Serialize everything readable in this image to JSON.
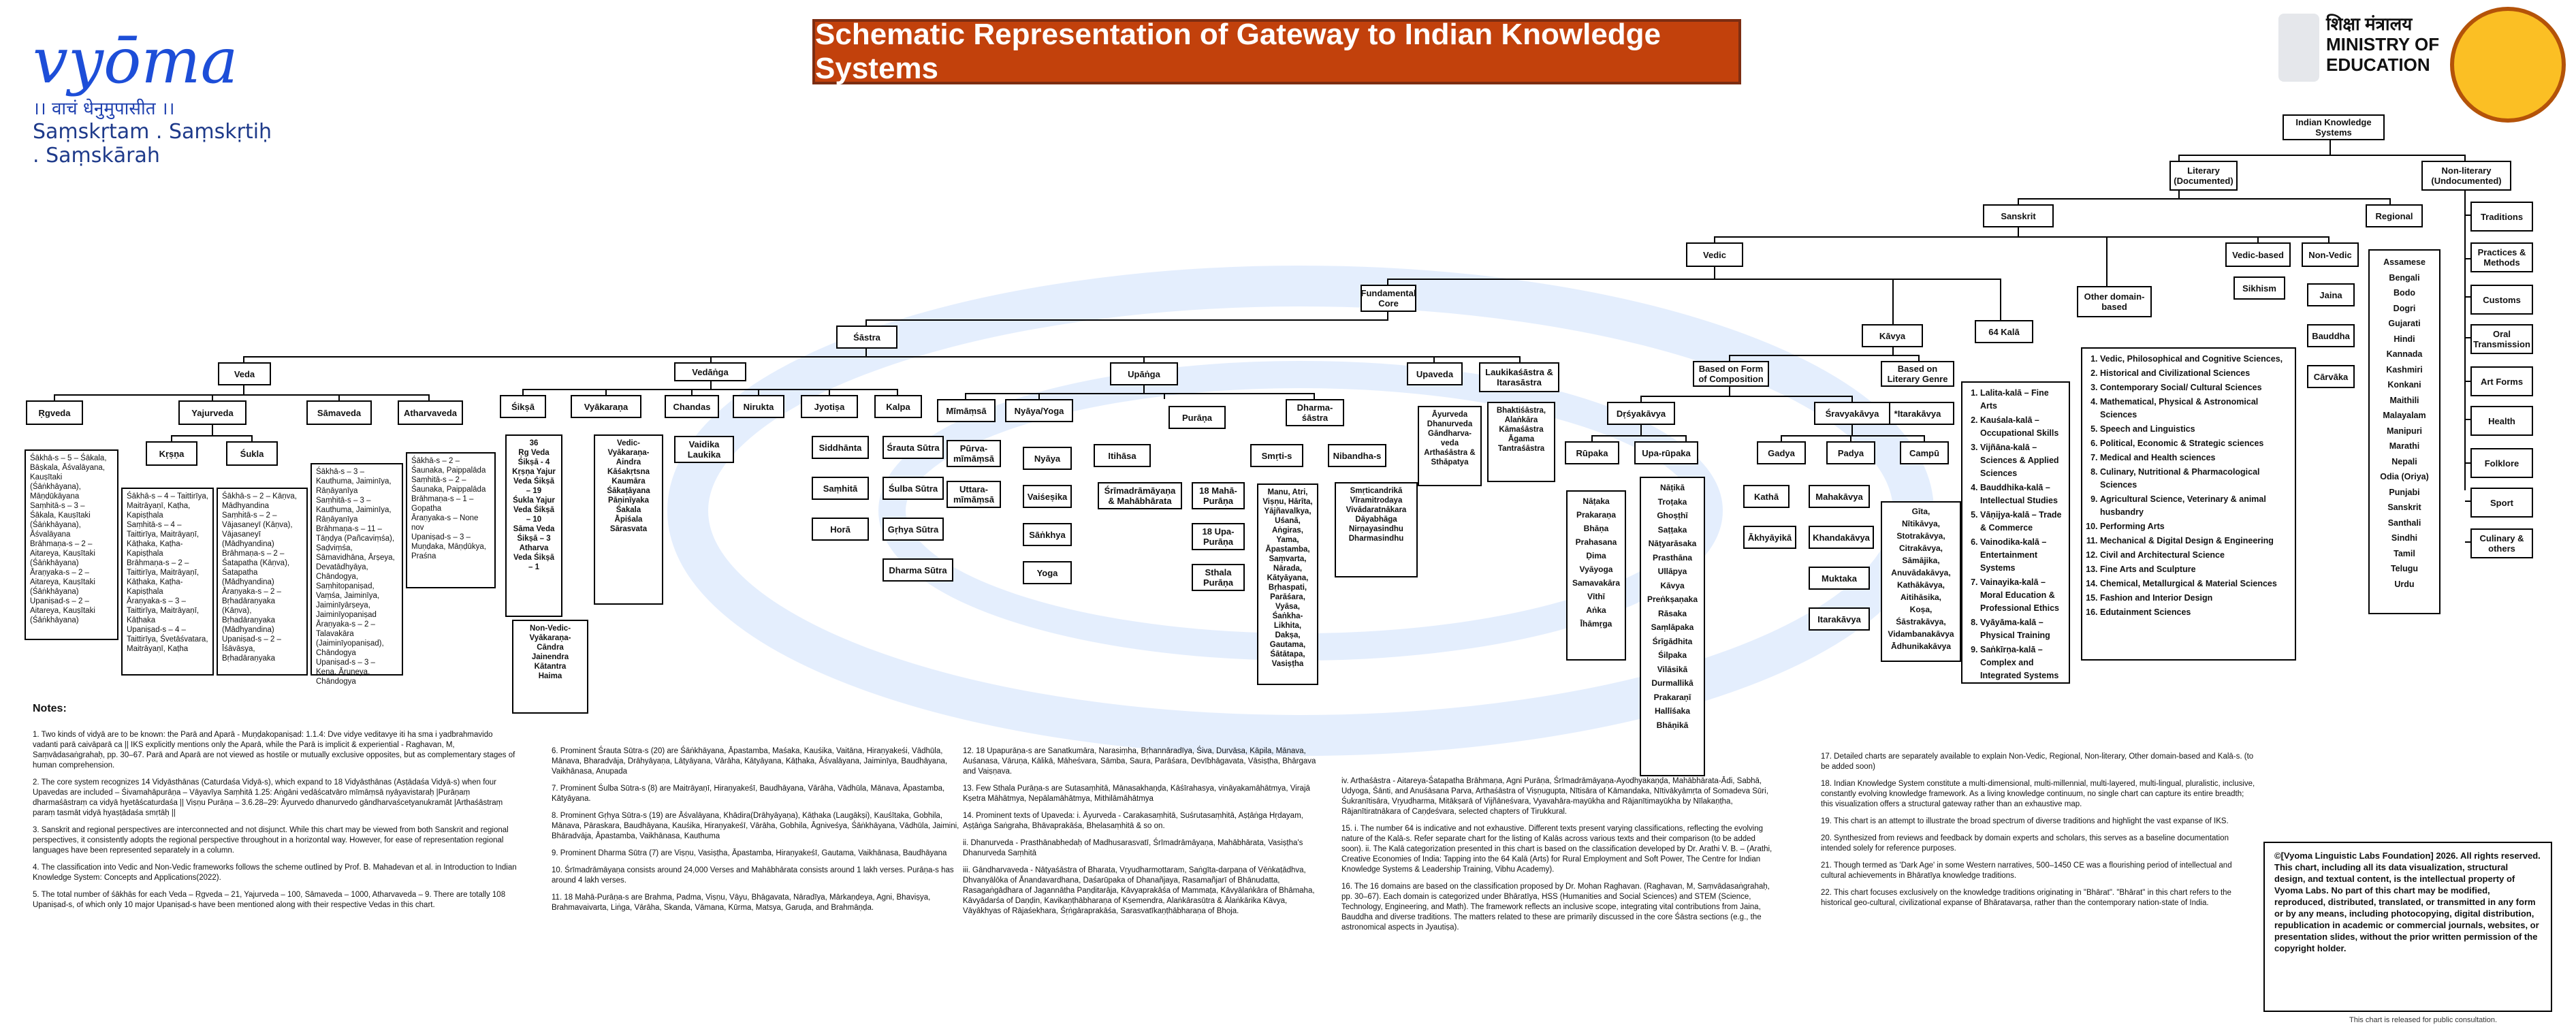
{
  "header": {
    "title": "Schematic Representation of Gateway to Indian Knowledge Systems",
    "logo_name": "vyōma",
    "logo_devanagari": "।। वाचं धेनुमुपासीत ।।",
    "logo_tagline": "Saṃskṛtam . Saṃskṛtiḥ . Saṃskārah",
    "ministry_hindi": "शिक्षा मंत्रालय",
    "ministry_line1": "MINISTRY OF",
    "ministry_line2": "EDUCATION"
  },
  "tree": {
    "root": "Indian Knowledge Systems",
    "literary": "Literary (Documented)",
    "nonliterary": "Non-literary (Undocumented)",
    "sanskrit": "Sanskrit",
    "regional": "Regional",
    "vedic": "Vedic",
    "vedic_based": "Vedic-based",
    "non_vedic": "Non-Vedic",
    "other_domain": "Other domain-based",
    "fundamental": "Fundamental Core",
    "sastra": "Śāstra",
    "kavya": "Kāvya",
    "kala64": "64 Kalā",
    "sikhism": "Sikhism",
    "jaina": "Jaina",
    "bauddha": "Bauddha",
    "carvaka": "Cārvāka",
    "veda": "Veda",
    "vedanga": "Vedāṅga",
    "upanga": "Upāṅga",
    "upaveda": "Upaveda",
    "laukika": "Laukikaśāstra & Itarasāstra",
    "rgveda": "Ṛgveda",
    "yajurveda": "Yajurveda",
    "samaveda": "Sāmaveda",
    "atharvaveda": "Atharvaveda",
    "krsna": "Kṛṣṇa",
    "sukla": "Śukla",
    "siksa": "Śikṣā",
    "vyakarana": "Vyākaraṇa",
    "chandas": "Chandas",
    "nirukta": "Nirukta",
    "jyotisa": "Jyotiṣa",
    "kalpa": "Kalpa",
    "mimamsa": "Mīmāṃsā",
    "nyaya_yoga": "Nyāya/Yoga",
    "itihasa": "Itihāsa",
    "purana": "Purāṇa",
    "dharmasastra": "Dharma-śāstra",
    "based_composition": "Based on Form of Composition",
    "based_genre": "Based on Literary Genre",
    "drsya": "Dṛśyakāvya",
    "sravya": "Śravyakāvya",
    "rupaka": "Rūpaka",
    "uparupaka": "Upa-rūpaka",
    "gadya": "Gadya",
    "padya": "Padya",
    "campu": "Campū",
    "itarakavya": "*Itarakāvya",
    "siddhanta": "Siddhānta",
    "samhita": "Saṃhitā",
    "hora": "Horā",
    "srauta": "Śrauta Sūtra",
    "sulba": "Śulba Sūtra",
    "grhya": "Gṛhya Sūtra",
    "dharma_sutra": "Dharma Sūtra",
    "purva": "Pūrva-mīmāṃsā",
    "uttara": "Uttara-mīmāṃsā",
    "nyaya": "Nyāya",
    "vaisesika": "Vaiśeṣika",
    "sankhya": "Sāṅkhya",
    "yoga": "Yoga",
    "ramayana": "Śrīmadrāmāyaṇa & Mahābhārata",
    "maha_purana": "18 Mahā-Purāṇa",
    "upa_purana": "18 Upa-Purāṇa",
    "sthala_purana": "Sthala Purāṇa",
    "smrti": "Smṛti-s",
    "nibandha": "Nibandha-s",
    "vaidika_laukika": "Vaidika Laukika",
    "katha": "Kathā",
    "akhyayika": "Ākhyāyikā",
    "mahakavya": "Mahakāvya",
    "khandakavya": "Khandakāvya",
    "muktaka": "Muktaka",
    "itarakavya2": "Itarakāvya",
    "non_vedic_vyak": "Non-Vedic-Vyākaraṇa-"
  },
  "leaves": {
    "rgveda": "Śākhā-s – 5 – Śākala, Bāṣkala, Āśvalāyana, Kauṣītaki (Śāṅkhāyana), Māṇḍūkāyana\nSaṃhitā-s – 3 – Śākala, Kauṣītaki (Śāṅkhāyana), Āśvalāyana\nBrāhmaṇa-s – 2 – Aitareya, Kauṣītaki (Śāṅkhāyana)\nĀraṇyaka-s – 2 – Aitareya, Kauṣītaki (Śāṅkhāyana)\nUpaniṣad-s – 2 – Aitareya, Kauṣītaki (Śāṅkhāyana)",
    "krsna": "Śākhā-s – 4 – Taittirīya, Maitrāyaṇī, Kaṭha, Kapiṣṭhala\nSaṃhitā-s – 4 – Taittirīya, Maitrāyaṇī, Kāṭhaka, Kaṭha-Kapiṣṭhala\nBrāhmaṇa-s – 2 – Taittirīya, Maitrāyaṇī, Kāṭhaka, Kaṭha-Kapiṣṭhala\nĀraṇyaka-s – 3 – Taittirīya, Maitrāyaṇī, Kāṭhaka\nUpaniṣad-s – 4 – Taittirīya, Śvetāśvatara, Maitrāyaṇī, Kaṭha",
    "sukla": "Śākhā-s – 2 – Kāṇva, Mādhyandina\nSaṃhitā-s – 2 – Vājasaneyī (Kāṇva), Vājasaneyī (Mādhyandina)\nBrāhmaṇa-s – 2 – Śatapatha (Kāṇva), Śatapatha (Mādhyandina)\nĀraṇyaka-s – 2 – Bṛhadāraṇyaka (Kāṇva), Bṛhadāraṇyaka (Mādhyandina)\nUpaniṣad-s – 2 – Īśāvāsya, Bṛhadāraṇyaka",
    "samaveda": "Śākhā-s – 3 – Kauthuma, Jaiminīya, Rāṇāyanīya\nSaṃhitā-s – 3 – Kauthuma, Jaiminīya, Rāṇāyanīya\nBrāhmaṇa-s – 11 – Tāṇḍya (Pañcaviṃśa), Ṣaḍviṃśa, Sāmavidhāna, Ārṣeya, Devatādhyāya, Chāndogya, Saṃhitopaniṣad, Vaṃśa, Jaiminīya, Jaiminīyārṣeya, Jaiminīyopaniṣad\nĀraṇyaka-s – 2 – Talavakāra (Jaiminīyopaniṣad), Chāndogya\nUpaniṣad-s – 3 – Kena, Āruṇeya, Chāndogya",
    "atharvaveda": "Śākhā-s – 2 – Śaunaka, Paippalāda\nSaṃhitā-s – 2 – Śaunaka, Paippalāda\nBrāhmaṇa-s – 1 – Gopatha\nĀraṇyaka-s – None nov\nUpaniṣad-s – 3 – Muṇḍaka, Māṇḍūkya, Praśna",
    "siksa": "36\nṚg Veda Śikṣā - 4\nKṛṣṇa Yajur Veda Śikṣā – 19\nŚukla Yajur Veda Śikṣā – 10\nSāma Veda Śikṣā – 3\nAtharva Veda Śikṣā – 1",
    "vyakarana": "Vedic-Vyākaraṇa-\nAindra\nKāśakṛtsna\nKaumāra\nŚākaṭāyana\nPāṇinīyaka\nŚakala\nĀpiśala\nSārasvata",
    "non_vedic_vyak": "Non-Vedic-Vyākaraṇa-\nCāndra\nJainendra\nKātantra\nHaima",
    "smrti": "Manu, Atri, Viṣṇu, Hārīta, Yājñavalkya, Uśanā, Aṅgiras, Yama, Āpastamba, Saṃvarta, Nārada, Kātyāyana, Bṛhaspati, Parāśara, Vyāsa, Śaṅkha-Likhita, Dakṣa, Gautama, Śātātapa, Vasiṣṭha",
    "nibandha": "Smṛticandrikā\nVīramitrodaya\nVivādaratnākara\nDāyabhāga\nNirṇayasindhu\nDharmasindhu",
    "upaveda": "Āyurveda\nDhanurveda\nGāndharva-veda\nArthaśāstra & Sthāpatya",
    "laukika": "Bhaktiśāstra, Alaṅkāra\nKāmaśāstra\nĀgama\nTantraśāstra",
    "rupaka": "Nāṭaka\nPrakaraṇa\nBhāṇa\nPrahasana\nḌima\nVyāyoga\nSamavakāra\nVīthī\nAṅka\nĪhāmṛga",
    "uparupaka": "Nāṭikā\nTroṭaka\nGhoṣṭhī\nSaṭṭaka\nNāṭyarāsaka\nPrasthāna\nUllāpya\nKāvya\nPreṅkṣaṇaka\nRāsaka\nSaṃlāpaka\nŚrīgādhita\nŚilpaka\nVilāsikā\nDurmallikā\nPrakaraṇī\nHallīśaka\nBhāṇikā",
    "genre": "Gīta,\nNītikāvya,\nStotrakāvya,\nCitrakāvya,\nSāmājika,\nAnuvādakāvya,\nKathākāvya,\nAitihāsika,\nKoṣa,\nŚāstrakāvya,\nVidambanakāvya\nĀdhunikakāvya"
  },
  "kala_list": [
    "Lalita-kalā – Fine Arts",
    "Kauśala-kalā – Occupational Skills",
    "Vijñāna-kalā – Sciences & Applied Sciences",
    "Bauddhika-kalā – Intellectual Studies",
    "Vāṇijya-kalā – Trade & Commerce",
    "Vainodika-kalā – Entertainment Systems",
    "Vainayika-kalā – Moral Education & Professional Ethics",
    "Vyāyāma-kalā – Physical Training",
    "Saṅkīrṇa-kalā – Complex and Integrated Systems"
  ],
  "other_domain_list": [
    "Vedic, Philosophical and Cognitive Sciences,",
    "Historical and Civilizational Sciences",
    "Contemporary Social/ Cultural Sciences",
    "Mathematical, Physical & Astronomical Sciences",
    "Speech and Linguistics",
    "Political, Economic & Strategic sciences",
    "Medical and Health sciences",
    "Culinary, Nutritional & Pharmacological Sciences",
    "Agricultural Science, Veterinary & animal husbandry",
    "Performing Arts",
    "Mechanical & Digital Design & Engineering",
    "Civil and Architectural Science",
    "Fine Arts and Sculpture",
    "Chemical, Metallurgical & Material Sciences",
    "Fashion and Interior Design",
    "Edutainment Sciences"
  ],
  "languages": [
    "Assamese",
    "Bengali",
    "Bodo",
    "Dogri",
    "Gujarati",
    "Hindi",
    "Kannada",
    "Kashmiri",
    "Konkani",
    "Maithili",
    "Malayalam",
    "Manipuri",
    "Marathi",
    "Nepali",
    "Odia (Oriya)",
    "Punjabi",
    "Sanskrit",
    "Santhali",
    "Sindhi",
    "Tamil",
    "Telugu",
    "Urdu"
  ],
  "nonliterary_items": [
    "Traditions",
    "Practices & Methods",
    "Customs",
    "Oral Transmission",
    "Art Forms",
    "Health",
    "Folklore",
    "Sport",
    "Culinary & others"
  ],
  "notes": {
    "heading": "Notes:",
    "col1": [
      "1. Two kinds of vidyā are to be known: the Parā and Aparā - Muṇḍakopaniṣad: 1.1.4: Dve vidye veditavye iti ha sma i yadbrahmavido vadanti parā caivāparā ca || IKS explicitly mentions only the Aparā, while the Parā is implicit & experiential - Raghavan, M, Saṃvādasaṅgrahaḥ, pp. 30–67. Parā and Aparā are not viewed as hostile or mutually exclusive opposites, but as complementary stages of human comprehension.",
      "2. The core system recognizes 14 Vidyāsthānas (Caturdaśa Vidyā-s), which expand to 18 Vidyāsthānas (Aṣṭādaśa Vidyā-s) when four Upavedas are included – Śivamahāpurāṇa – Vāyavīya Saṃhitā 1.25: Aṅgāni vedāścatvāro mīmāṃsā nyāyavistaraḥ |Purāṇaṃ dharmaśāstraṃ ca vidyā hyetāścaturdaśa || Viṣṇu Purāṇa – 3.6.28–29: Āyurvedo dhanurvedo gāndharvaścetyanukramāt |Arthaśāstraṃ paraṃ tasmāt vidyā hyaṣṭādaśa smṛtāḥ ||",
      "3. Sanskrit and regional perspectives are interconnected and not disjunct. While this chart may be viewed from both Sanskrit and regional perspectives, it consistently adopts the regional perspective throughout in a horizontal way. However, for ease of representation regional languages have been represented separately in a column.",
      "4. The classification into Vedic and Non-Vedic frameworks follows the scheme outlined by Prof. B. Mahadevan et al. in Introduction to Indian Knowledge System: Concepts and Applications(2022).",
      "5. The total number of śākhās for each Veda – Ṛgveda – 21, Yajurveda – 100, Sāmaveda – 1000, Atharvaveda – 9. There are totally 108 Upaniṣad-s, of which only 10 major Upaniṣad-s have been mentioned along with their respective Vedas in this chart."
    ],
    "col2": [
      "6. Prominent Śrauta Sūtra-s (20) are Śāṅkhāyana, Āpastamba, Maśaka, Kauśika, Vaitāna, Hiraṇyakeśi, Vādhūla, Mānava, Bharadvāja, Drāhyāyaṇa, Lāṭyāyana, Vārāha, Kātyāyana, Kāṭhaka, Āśvalāyana, Jaiminīya, Baudhāyana, Vaikhānasa, Anupada",
      "7. Prominent Śulba Sūtra-s (8) are Maitrāyaṇī, Hiraṇyakeśī, Baudhāyana, Vārāha, Vādhūla, Mānava, Āpastamba, Kātyāyana.",
      "8. Prominent Gṛhya Sūtra-s (19) are Āśvalāyana, Khādira(Drāhyāyaṇa), Kāṭhaka (Laugākṣi), Kauśītaka, Gobhila, Mānava, Pāraskara, Baudhāyana, Kauśika, Hiraṇyakeśī, Vārāha, Gobhila, Āgniveśya, Śāṅkhāyana, Vādhūla, Jaimini, Bhāradvāja, Āpastamba, Vaikhānasa, Kauthuma",
      "9. Prominent Dharma Sūtra (7) are Viṣṇu, Vasiṣṭha, Āpastamba, Hiraṇyakeśī, Gautama, Vaikhānasa, Baudhāyana",
      "10. Śrīmadrāmāyaṇa consists around 24,000 Verses and Mahābhārata consists around 1 lakh verses. Purāṇa-s has around 4 lakh verses.",
      "11. 18 Mahā-Purāṇa-s are Brahma, Padma, Viṣṇu, Vāyu, Bhāgavata, Nāradīya, Mārkaṇḍeya, Agni, Bhaviṣya, Brahmavaivarta, Liṅga, Vārāha, Skanda, Vāmana, Kūrma, Matsya, Garuḍa, and Brahmāṇḍa."
    ],
    "col3": [
      "12. 18 Upapurāṇa-s are Sanatkumāra, Narasiṃha, Bṛhannāradīya, Śiva, Durvāsa, Kāpila, Mānava, Auśanasa, Vāruṇa, Kālikā, Māheśvara, Sāmba, Saura, Parāśara, Devībhāgavata, Vāsiṣṭha, Bhārgava and Vaiṣṇava.",
      "13. Few Sthala Purāṇa-s are Sutasaṃhitā, Mānasakhaṇḍa, Kāśīrahasya, vināyakamāhātmya, Virajā Kṣetra Māhātmya, Nepālamāhātmya, Mithilāmāhātmya",
      "14. Prominent texts of Upaveda: i. Āyurveda - Carakasaṃhitā, Suśrutasaṃhitā, Aṣṭāṅga Hṛdayam, Aṣṭāṅga Saṅgraha, Bhāvaprakāśa, Bhelasaṃhitā & so on.",
      "ii. Dhanurveda - Prasthānabhedaḥ of Madhusarasvatī, Śrīmadrāmāyaṇa, Mahābhārata, Vasiṣṭha's Dhanurveda Saṃhitā",
      "iii. Gāndharvaveda - Nāṭyaśāstra of Bharata, Vṛyudharmottaram, Saṅgīta-darpaṇa of Vēṅkaṭādhva, Dhvanyālōka of Ānandavardhana, Daśarūpaka of Dhanañjaya, Rasamañjarī of Bhānudatta, Rasagaṅgādhara of Jagannātha Paṇḍitarāja, Kāvyaprakāśa of Mammaṭa, Kāvyālaṅkāra of Bhāmaha, Kāvyādarśa of Daṇḍin, Kavikaṇṭhābharaṇa of Kṣemendra, Alaṅkārasūtra & Ālaṅkārika Kāvya, Vāyākhyas of Rājaśekhara, Śṛṅgāraprakāśa, Sarasvatīkaṇṭhābharaṇa of Bhoja."
    ],
    "col4": [
      "iv. Arthaśāstra - Aitareya-Śatapatha Brāhmaṇa, Agni Purāṇa, Śrīmadrāmāyaṇa-Ayodhyakaṇḍa, Mahābhārata-Ādi, Sabhā, Udyoga, Śānti, and Anuśāsana Parva, Arthaśāstra of Viṣṇugupta, Nītisāra of Kāmandaka, Nītivākyāmṛta of Somadeva Sūri, Śukranītisāra, Vṛyudharma, Mitākṣarā of Vijñāneśvara, Vyavahāra-mayūkha and Rājanītimayūkha by Nīlakaṇṭha, Rājanītiratnākara of Caṇḍeśvara, selected chapters of Tirukkural.",
      "15. i. The number 64 is indicative and not exhaustive. Different texts present varying classifications, reflecting the evolving nature of the Kalā-s. Refer separate chart for the listing of Kalās across various texts and their comparison (to be added soon). ii. The Kalā categorization presented in this chart is based on the classification developed by Dr. Arathi V. B. – (Arathi, Creative Economies of India: Tapping into the 64 Kalā (Arts) for Rural Employment and Soft Power, The Centre for Indian Knowledge Systems & Leadership Training, Vibhu Academy).",
      "16. The 16 domains are based on the classification proposed by Dr. Mohan Raghavan. (Raghavan, M, Saṃvādasaṅgrahaḥ, pp. 30–67). Each domain is categorized under Bhāratīya, HSS (Humanities and Social Sciences) and STEM (Science, Technology, Engineering, and Math). The framework reflects an inclusive scope, integrating vital contributions from Jaina, Bauddha and diverse traditions. The matters related to these are primarily discussed in the core Śāstra sections (e.g., the astronomical aspects in Jyautiṣa)."
    ],
    "col5": [
      "17. Detailed charts are separately available to explain Non-Vedic, Regional, Non-literary, Other domain-based and Kalā-s. (to be added soon)",
      "18. Indian Knowledge System constitute a multi-dimensional, multi-millennial, multi-layered, multi-lingual, pluralistic, inclusive, constantly evolving knowledge framework. As a living knowledge continuum, no single chart can capture its entire breadth; this visualization offers a structural gateway rather than an exhaustive map.",
      "19. This chart is an attempt to illustrate the broad spectrum of diverse traditions and highlight the vast expanse of IKS.",
      "20. Synthesized from reviews and feedback by domain experts and scholars, this serves as a baseline documentation intended solely for reference purposes.",
      "21. Though termed as 'Dark Age' in some Western narratives, 500–1450 CE was a flourishing period of intellectual and cultural achievements in Bhāratīya knowledge traditions.",
      "22. This chart focuses exclusively on the knowledge traditions originating in \"Bhārat\". \"Bhārat\" in this chart refers to the historical geo-cultural, civilizational expanse of Bhāratavarṣa, rather than the contemporary nation-state of India."
    ]
  },
  "copyright": "©[Vyoma Linguistic Labs Foundation] 2026. All rights reserved. This chart, including all its data visualization, structural design, and textual content, is the intellectual property of Vyoma Labs. No part of this chart may be modified, reproduced, distributed, translated, or transmitted in any form or by any means, including photocopying, digital distribution, republication in academic or commercial journals, websites, or presentation slides, without the prior written permission of the copyright holder.",
  "footnote": "This chart is released for public consultation."
}
